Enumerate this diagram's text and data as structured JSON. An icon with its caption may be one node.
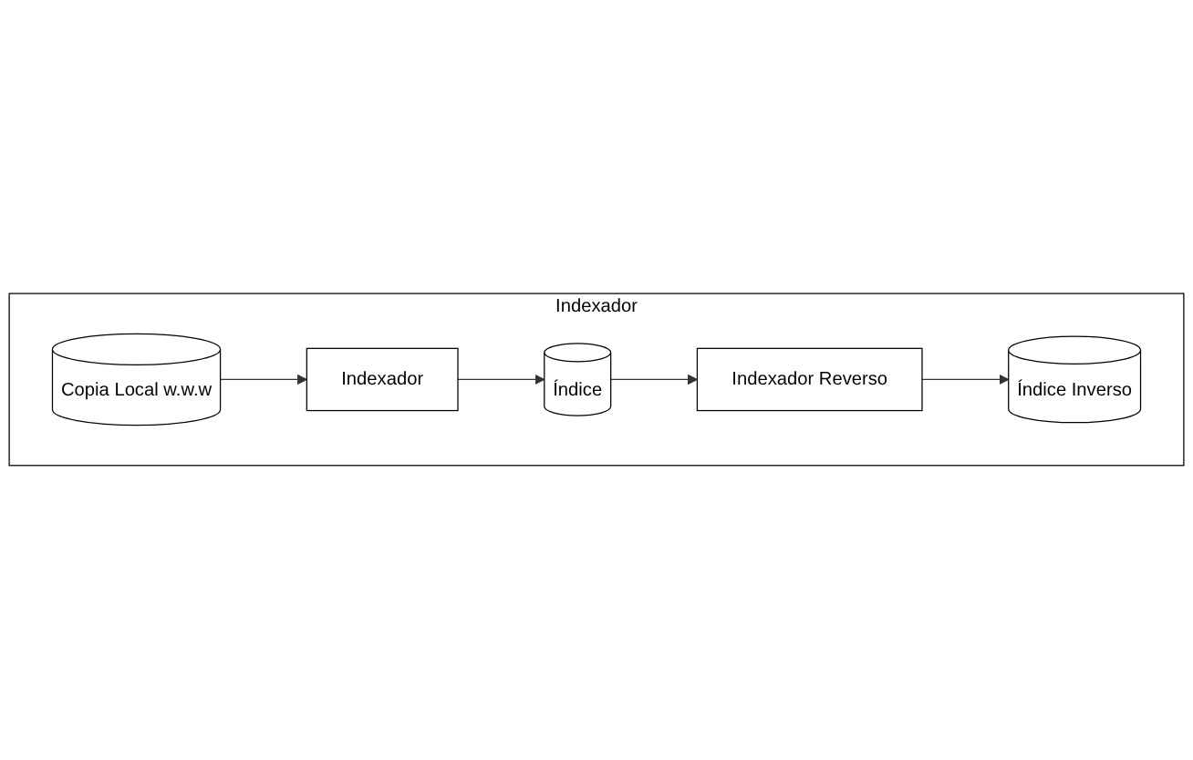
{
  "diagram": {
    "nodes": [
      {
        "text": [
          "Indexador"
        ]
      },
      {
        "text": [
          "Indexador"
        ],
        "in": 0
      },
      {
        "text": [
          "Índice"
        ],
        "in": 0
      },
      {
        "text": [
          "Indexador Reverso"
        ],
        "in": 0
      },
      {
        "text": [
          "Copia Local w.w.w"
        ],
        "in": 0
      },
      {
        "text": [
          "Índice Inverso"
        ],
        "in": 0
      }
    ],
    "edges": [
      {
        "from": 4,
        "to": 1,
        "arrow": "to"
      },
      {
        "from": 1,
        "to": 2,
        "arrow": "to"
      },
      {
        "from": 2,
        "to": 3,
        "arrow": "to"
      },
      {
        "from": 3,
        "to": 5,
        "arrow": "to"
      }
    ]
  }
}
